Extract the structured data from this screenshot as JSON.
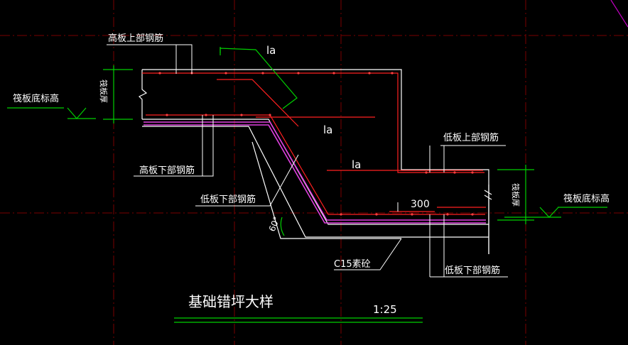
{
  "drawing": {
    "title": "基础错坪大样",
    "scale": "1:25",
    "labels": {
      "high_top_rebar": "高板上部钢筋",
      "high_bottom_rebar": "高板下部钢筋",
      "low_top_rebar": "低板上部钢筋",
      "low_bottom_rebar_left": "低板下部钢筋",
      "low_bottom_rebar_right": "低板下部钢筋",
      "raft_bottom_left": "筏板底标高",
      "raft_bottom_right": "筏板底标高",
      "thickness_left": "筏板厚",
      "thickness_right": "筏板厚",
      "la_top": "la",
      "la_mid": "la",
      "la_low": "la",
      "dim_300": "300",
      "angle": "60°",
      "c15": "C15素砼"
    }
  },
  "colors": {
    "background": "#000000",
    "grid": "#8b0000",
    "concrete_outline": "#ffffff",
    "rebar": "#ff2020",
    "distribution_bar": "#e040e0",
    "dimension": "#00e000",
    "text": "#ffffff"
  }
}
